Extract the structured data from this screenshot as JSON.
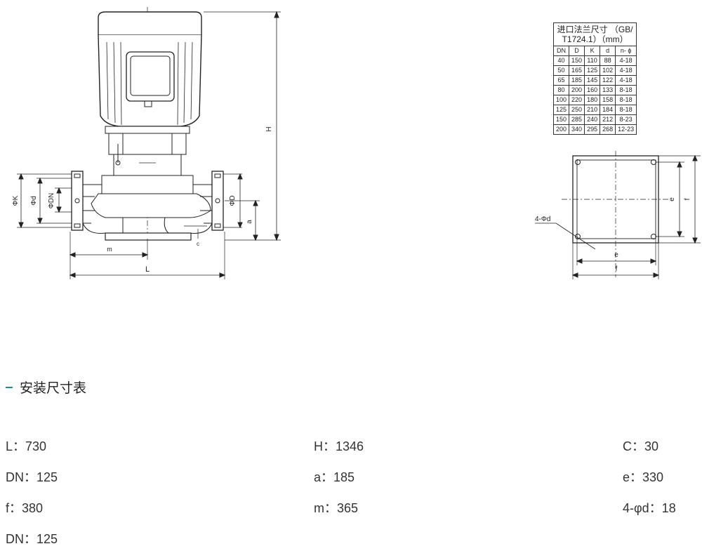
{
  "flange_table": {
    "caption_line1": "进口法兰尺寸 （GB/",
    "caption_line2": "T1724.1）（mm）",
    "headers": [
      "DN",
      "D",
      "K",
      "d",
      "n- ϕ"
    ],
    "rows": [
      [
        "40",
        "150",
        "110",
        "88",
        "4-18"
      ],
      [
        "50",
        "165",
        "125",
        "102",
        "4-18"
      ],
      [
        "65",
        "185",
        "145",
        "122",
        "4-18"
      ],
      [
        "80",
        "200",
        "160",
        "133",
        "8-18"
      ],
      [
        "100",
        "220",
        "180",
        "158",
        "8-18"
      ],
      [
        "125",
        "250",
        "210",
        "184",
        "8-18"
      ],
      [
        "150",
        "285",
        "240",
        "212",
        "8-23"
      ],
      [
        "200",
        "340",
        "295",
        "268",
        "12-23"
      ]
    ]
  },
  "diagram_labels": {
    "H": "H",
    "phiK": "ΦK",
    "phid": "Φd",
    "phiDN": "ΦDN",
    "phiD": "ΦD",
    "a": "a",
    "m": "m",
    "L": "L",
    "c": "c",
    "hole": "4-Φd",
    "e": "e",
    "f": "f"
  },
  "section": {
    "title": "安装尺寸表"
  },
  "specs": [
    {
      "text": "L：730"
    },
    {
      "text": "H：1346"
    },
    {
      "text": "C：30"
    },
    {
      "text": "DN：125"
    },
    {
      "text": "a：185"
    },
    {
      "text": "e：330"
    },
    {
      "text": "f：380"
    },
    {
      "text": "m：365"
    },
    {
      "text": "4-φd：18"
    },
    {
      "text": "DN：125"
    }
  ]
}
